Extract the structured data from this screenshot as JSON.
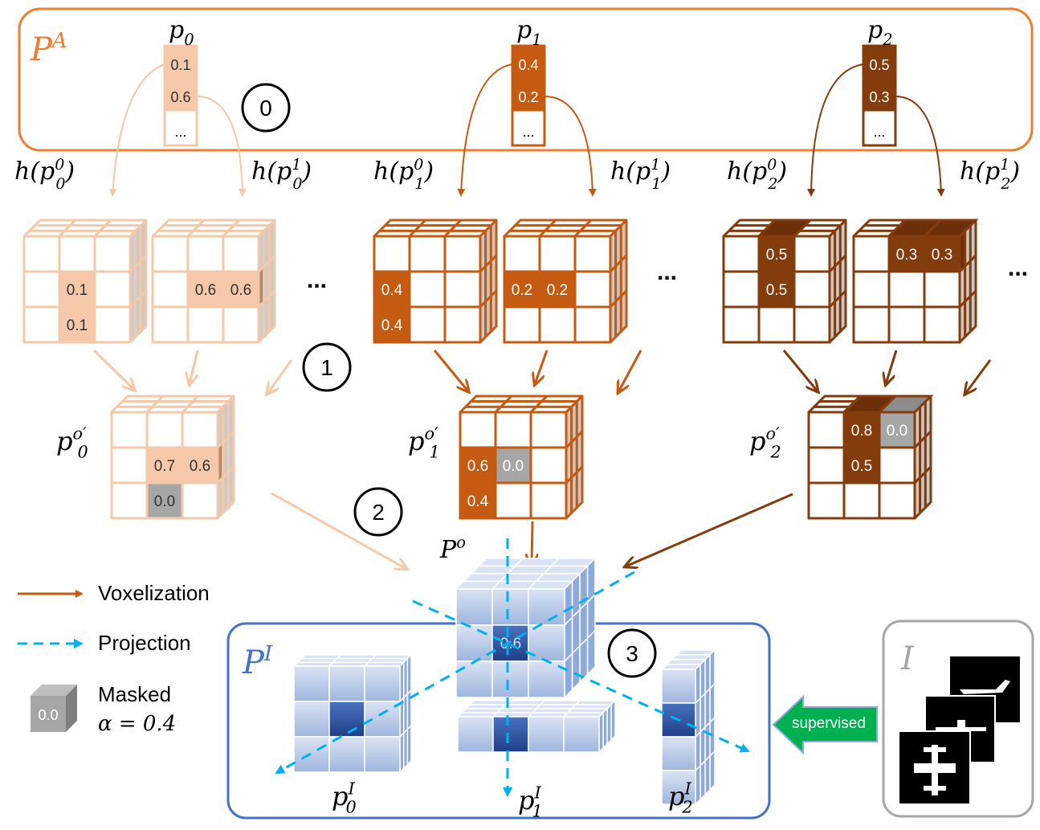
{
  "pa": {
    "label": "P",
    "sup": "A",
    "vectors": [
      {
        "name": "p",
        "sub": "0",
        "values": [
          "0.1",
          "0.6",
          "..."
        ]
      },
      {
        "name": "p",
        "sub": "1",
        "values": [
          "0.4",
          "0.2",
          "..."
        ]
      },
      {
        "name": "p",
        "sub": "2",
        "values": [
          "0.5",
          "0.3",
          "..."
        ]
      }
    ]
  },
  "hash_labels": [
    {
      "f": "h(p",
      "sub": "0",
      "sup": "0",
      "end": ")"
    },
    {
      "f": "h(p",
      "sub": "0",
      "sup": "1",
      "end": ")"
    },
    {
      "f": "h(p",
      "sub": "1",
      "sup": "0",
      "end": ")"
    },
    {
      "f": "h(p",
      "sub": "1",
      "sup": "1",
      "end": ")"
    },
    {
      "f": "h(p",
      "sub": "2",
      "sup": "0",
      "end": ")"
    },
    {
      "f": "h(p",
      "sub": "2",
      "sup": "1",
      "end": ")"
    }
  ],
  "cube_values": {
    "c0a": [
      "0.1",
      "0.1"
    ],
    "c0b": [
      "0.6",
      "0.6"
    ],
    "c1a": [
      "0.4",
      "0.4"
    ],
    "c1b": [
      "0.2",
      "0.2"
    ],
    "c2a": [
      "0.5",
      "0.5"
    ],
    "c2b": [
      "0.3",
      "0.3"
    ],
    "m0": [
      "0.7",
      "0.6",
      "0.0"
    ],
    "m1": [
      "0.6",
      "0.0",
      "0.4"
    ],
    "m2": [
      "0.8",
      "0.0",
      "0.5"
    ],
    "po": "0.6"
  },
  "merged_labels": [
    {
      "name": "p",
      "sub": "0",
      "sup": "o′"
    },
    {
      "name": "p",
      "sub": "1",
      "sup": "o′"
    },
    {
      "name": "p",
      "sub": "2",
      "sup": "o′"
    }
  ],
  "ellipsis": "...",
  "steps": [
    "0",
    "1",
    "2",
    "3"
  ],
  "po_label": {
    "name": "P",
    "sup": "o"
  },
  "pi": {
    "label": "P",
    "sup": "I",
    "views": [
      {
        "name": "p",
        "sub": "0",
        "sup": "I"
      },
      {
        "name": "p",
        "sub": "1",
        "sup": "I"
      },
      {
        "name": "p",
        "sub": "2",
        "sup": "I"
      }
    ]
  },
  "legend": {
    "voxelization": "Voxelization",
    "projection": "Projection",
    "masked": "Masked",
    "masked_value": "0.0",
    "alpha": "α = 0.4"
  },
  "image_panel": {
    "label": "I",
    "supervised": "supervised"
  },
  "colors": {
    "light_orange": "#f4c8a8",
    "mid_orange": "#c55a11",
    "dark_brown": "#843c0c",
    "voxel_blue": "#b4c7e7",
    "voxel_dark_blue": "#2f5597",
    "panel_blue": "#4472c4",
    "projection_cyan": "#00b0f0",
    "mask_gray": "#a6a6a6",
    "supervised_green": "#00b050",
    "frame_orange": "#ed7d31"
  }
}
